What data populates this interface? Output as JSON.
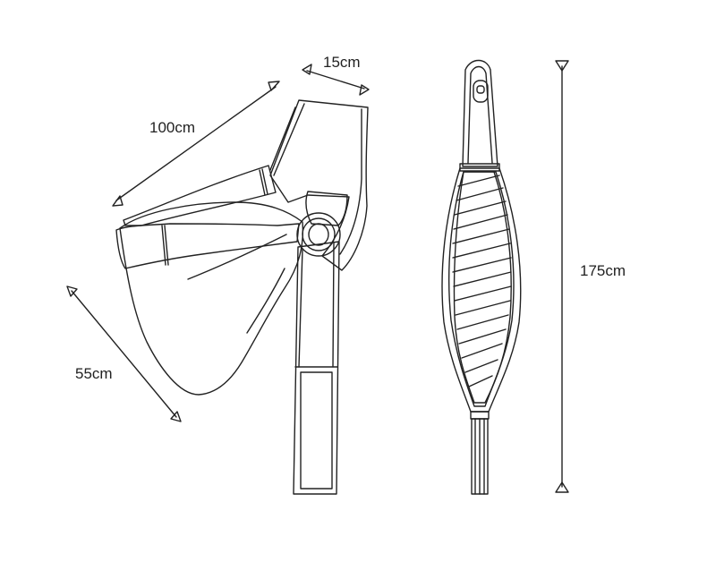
{
  "figure": {
    "dimensions": {
      "strap_length": "100cm",
      "strap_width": "15cm",
      "pouch_depth": "55cm",
      "total_length": "175cm"
    },
    "colors": {
      "line": "#222222",
      "background": "#ffffff"
    }
  }
}
